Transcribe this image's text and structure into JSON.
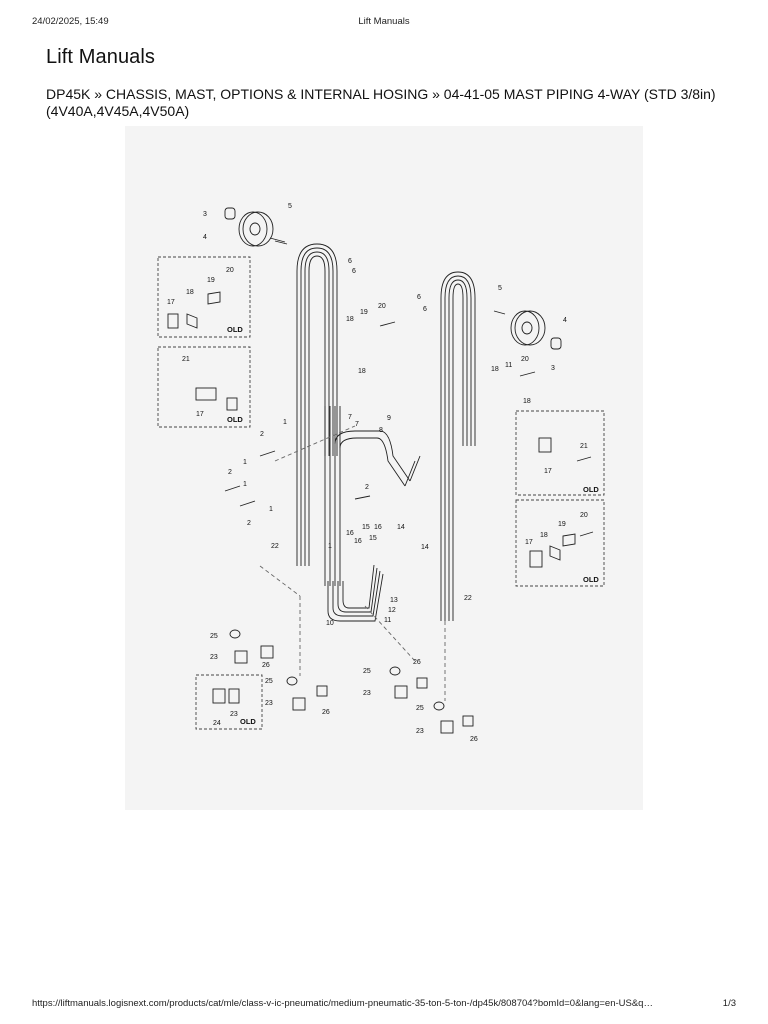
{
  "print_header": {
    "date": "24/02/2025, 15:49",
    "title": "Lift Manuals"
  },
  "page": {
    "title": "Lift Manuals",
    "breadcrumb": "DP45K » CHASSIS, MAST, OPTIONS & INTERNAL HOSING » 04-41-05 MAST PIPING 4-WAY (STD 3/8in) (4V40A,4V45A,4V50A)"
  },
  "diagram": {
    "old_label": "OLD",
    "callouts": {
      "c3a": "3",
      "c4a": "4",
      "c5a": "5",
      "c6a": "6",
      "c6b": "6",
      "c20a": "20",
      "c19a": "19",
      "c18a": "18",
      "c17a": "17",
      "c21a": "21",
      "c17b": "17",
      "c20b": "20",
      "c19b": "19",
      "c18b": "18",
      "c18c": "18",
      "c7a": "7",
      "c7b": "7",
      "c8": "8",
      "c9": "9",
      "c2a": "2",
      "c1a": "1",
      "c1b": "1",
      "c2b": "2",
      "c1c": "1",
      "c2c": "2",
      "c1d": "1",
      "c2d": "2",
      "c22a": "22",
      "c1e": "1",
      "c16a": "16",
      "c15a": "15",
      "c16b": "16",
      "c14a": "14",
      "c16c": "16",
      "c15b": "15",
      "c14b": "14",
      "c13": "13",
      "c12": "12",
      "c10": "10",
      "c11a": "11",
      "c6c": "6",
      "c6d": "6",
      "c5b": "5",
      "c4b": "4",
      "c3b": "3",
      "c20c": "20",
      "c11b": "11",
      "c18d": "18",
      "c18e": "18",
      "c21b": "21",
      "c17c": "17",
      "c20d": "20",
      "c19c": "19",
      "c18f": "18",
      "c17d": "17",
      "c22b": "22",
      "c25a": "25",
      "c23a": "23",
      "c26a": "26",
      "c25b": "25",
      "c23b": "23",
      "c26b": "26",
      "c24": "24",
      "c23c": "23",
      "c25c": "25",
      "c26c": "26",
      "c23d": "23",
      "c25d": "25",
      "c23e": "23",
      "c26d": "26"
    }
  },
  "print_footer": {
    "url": "https://liftmanuals.logisnext.com/products/cat/mle/class-v-ic-pneumatic/medium-pneumatic-35-ton-5-ton-/dp45k/808704?bomId=0&lang=en-US&q…",
    "page": "1/3"
  }
}
